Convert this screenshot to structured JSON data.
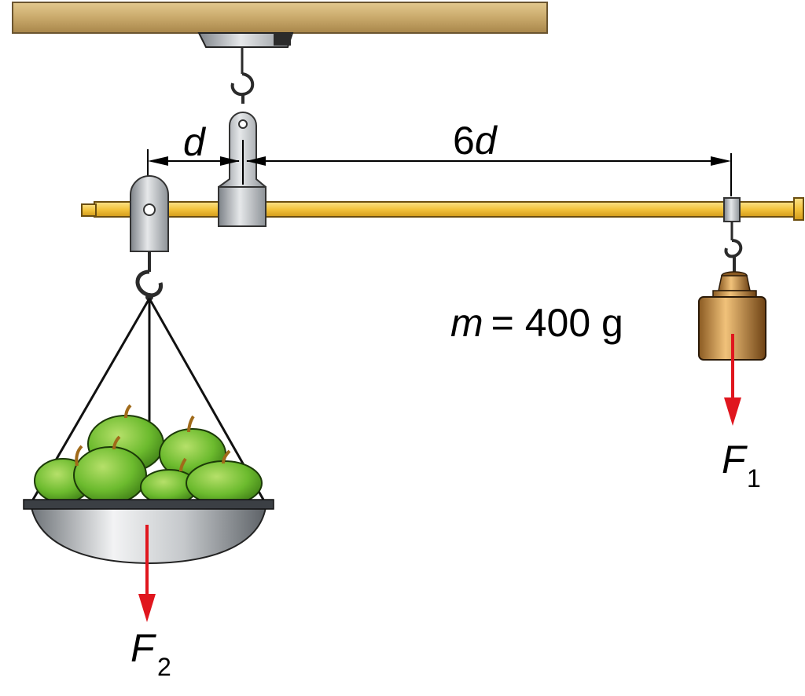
{
  "labels": {
    "d": "d",
    "six": "6",
    "six_d": "d",
    "mass_m": "m",
    "mass_rest": "= 400 g",
    "f1_main": "F",
    "f1_sub": "1",
    "f2_main": "F",
    "f2_sub": "2"
  },
  "colors": {
    "ceiling": "#c9a96b",
    "beam": "#f3c33c",
    "arrow": "#e0161e",
    "apple": "#6cbb2e",
    "weight": "#c88a3c",
    "metal": "#b8bcc0"
  }
}
